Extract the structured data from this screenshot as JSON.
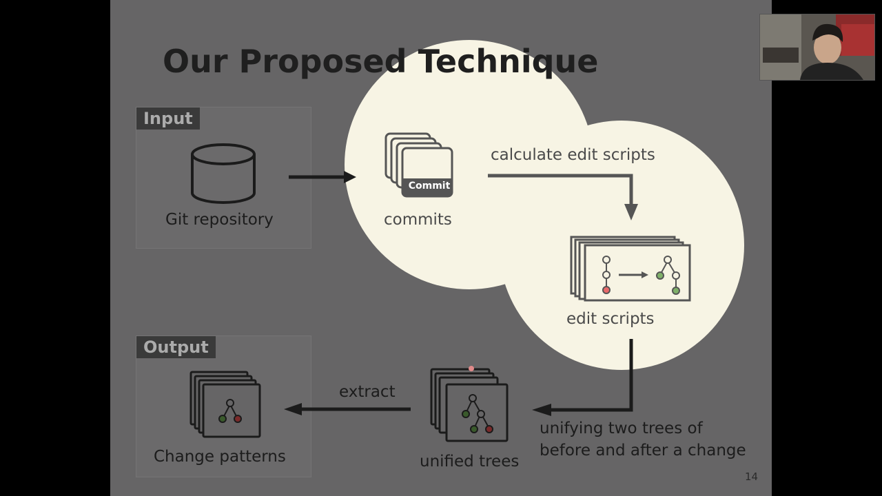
{
  "slide": {
    "title": "Our Proposed Technique",
    "page_number": "14"
  },
  "input_panel": {
    "tag": "Input",
    "label": "Git repository"
  },
  "commits": {
    "badge": "Commit",
    "label": "commits"
  },
  "edit_scripts": {
    "arrow_label": "calculate edit scripts",
    "label": "edit scripts"
  },
  "unified": {
    "label": "unified trees",
    "caption_line1": "unifying two trees of",
    "caption_line2": "before and after a change"
  },
  "output_panel": {
    "tag": "Output",
    "arrow_label": "extract",
    "label": "Change patterns"
  },
  "colors": {
    "slide_bg": "#666566",
    "spotlight": "#f7f4e4",
    "node_red": "#e86a6a",
    "node_green": "#7fb069",
    "stroke": "#3b3b3b"
  }
}
